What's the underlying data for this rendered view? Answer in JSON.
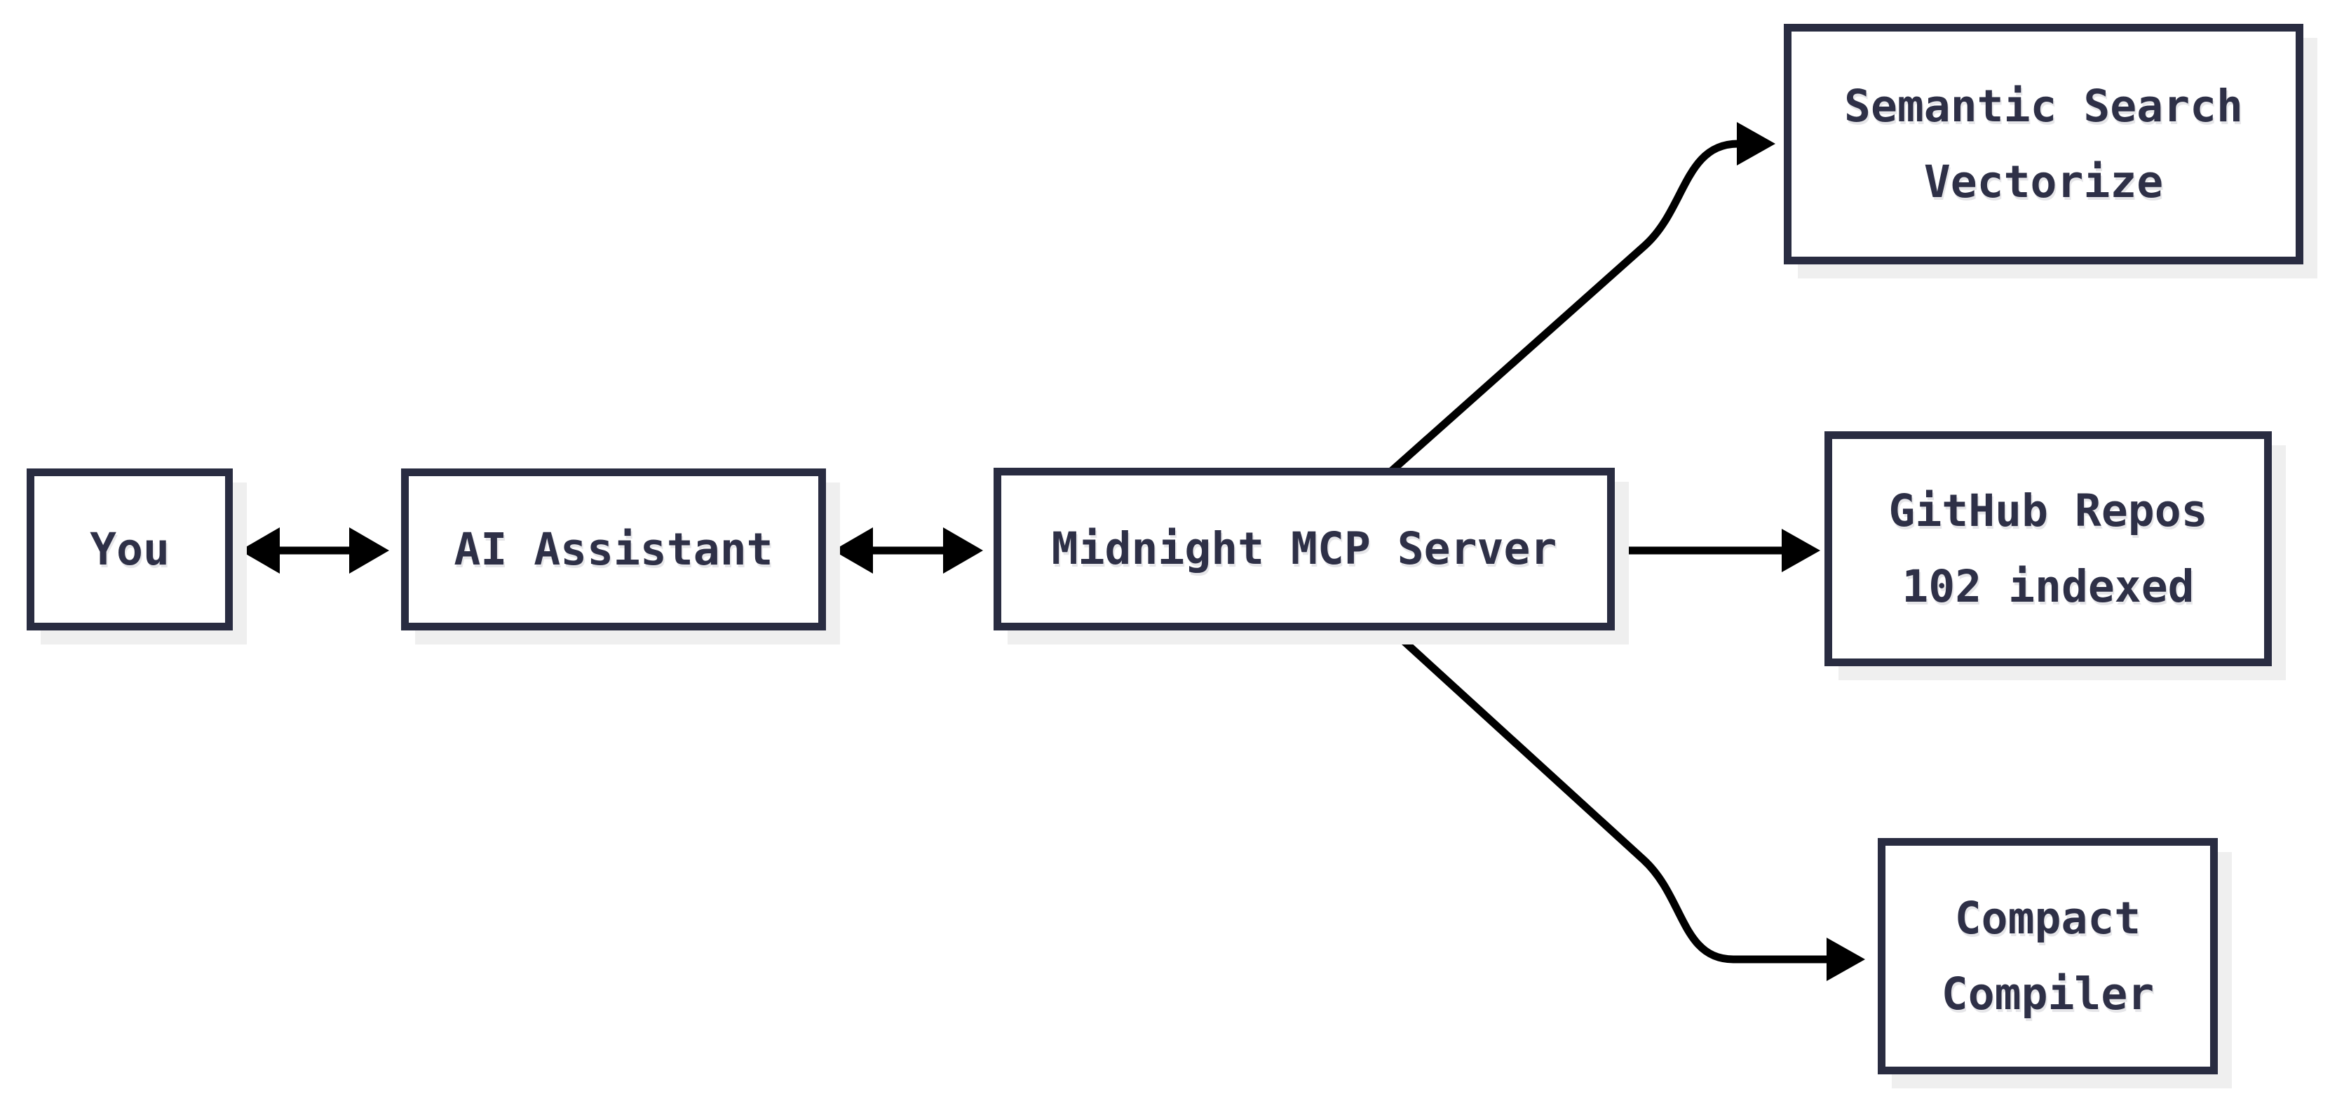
{
  "diagram": {
    "background_color": "#ffffff",
    "box_border_color": "#292c41",
    "box_fill_color": "#ffffff",
    "text_color": "#2e3047",
    "arrow_color": "#000000",
    "shadow_color": "#efefef",
    "nodes": {
      "you": {
        "label": "You"
      },
      "ai_assistant": {
        "label": "AI Assistant"
      },
      "mcp_server": {
        "label": "Midnight MCP Server"
      },
      "semantic_search": {
        "line1": "Semantic Search",
        "line2": "Vectorize"
      },
      "github_repos": {
        "line1": "GitHub Repos",
        "line2": "102 indexed"
      },
      "compact_compiler": {
        "line1": "Compact",
        "line2": "Compiler"
      }
    },
    "edges": [
      {
        "from": "you",
        "to": "ai_assistant",
        "type": "bidirectional"
      },
      {
        "from": "ai_assistant",
        "to": "mcp_server",
        "type": "bidirectional"
      },
      {
        "from": "mcp_server",
        "to": "semantic_search",
        "type": "arrow"
      },
      {
        "from": "mcp_server",
        "to": "github_repos",
        "type": "arrow"
      },
      {
        "from": "mcp_server",
        "to": "compact_compiler",
        "type": "arrow"
      }
    ]
  }
}
